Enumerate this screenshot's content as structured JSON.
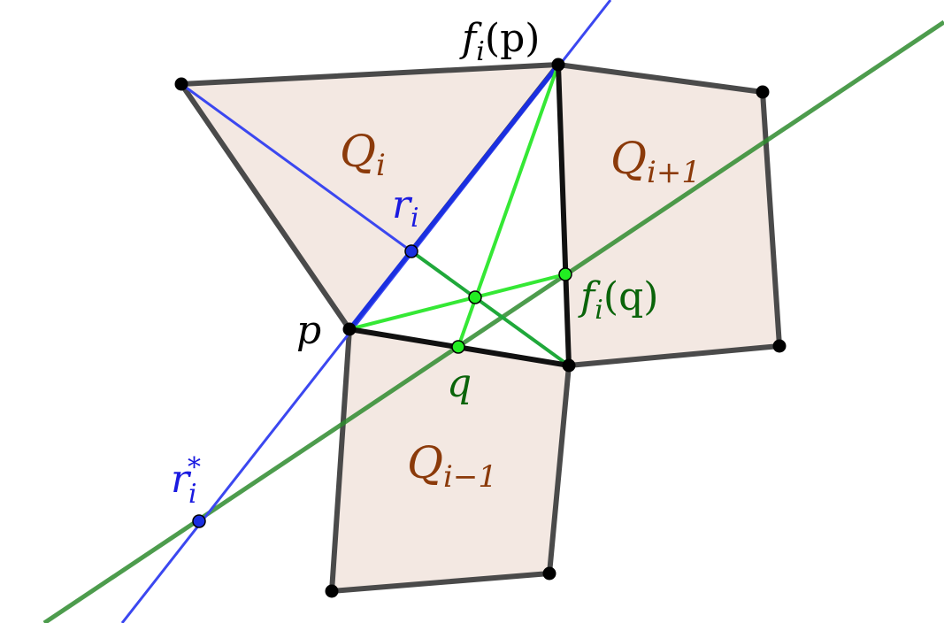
{
  "colors": {
    "background": "#ffffff",
    "quad_fill": "#f3e8e2",
    "quad_edge": "#4a4a4a",
    "shared_edge": "#111111",
    "blue_line": "#3b47f0",
    "blue_point": "#1a2fe0",
    "green_line": "#2e8b2e",
    "light_green": "#35e835",
    "mid_green": "#1fa83a",
    "point_black": "#000000",
    "point_green": "#22ee22",
    "label_black": "#000000",
    "label_brown": "#8b3a0a",
    "label_blue": "#1a1ae0",
    "label_green": "#0a640a"
  },
  "labels": {
    "fp": {
      "base": "f",
      "sub": "i",
      "arg": "(p)"
    },
    "fq": {
      "base": "f",
      "sub": "i",
      "arg": "(q)"
    },
    "p": "p",
    "q": "q",
    "ri": {
      "base": "r",
      "sub": "i"
    },
    "ri_star": {
      "base": "r",
      "sub": "i",
      "sup": "*"
    },
    "Qi": {
      "base": "Q",
      "sub": "i"
    },
    "Qi_plus": {
      "base": "Q",
      "sub": "i+1"
    },
    "Qi_minus": {
      "base": "Q",
      "sub": "i−1"
    }
  }
}
